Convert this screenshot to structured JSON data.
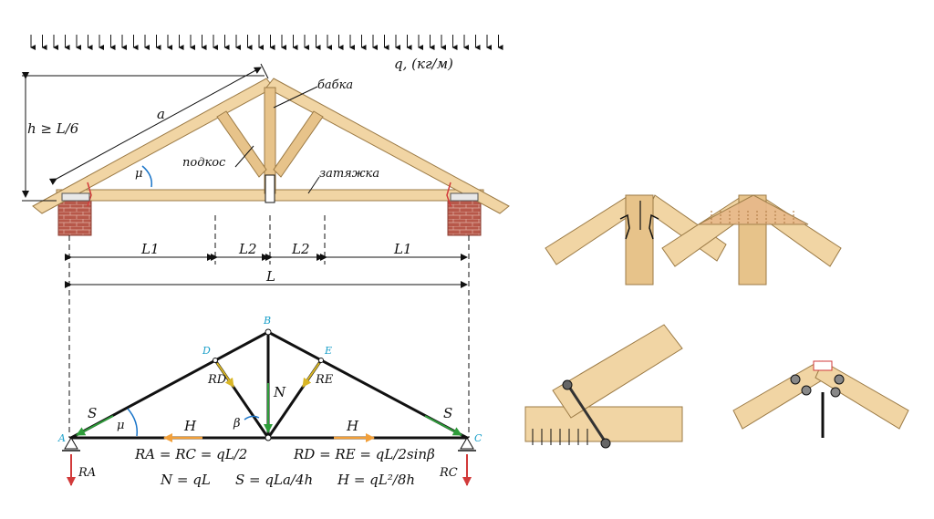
{
  "load": {
    "label": "q, (кг/м)"
  },
  "top_diagram": {
    "label_a": "a",
    "label_height": "h ≥ L/6",
    "label_babka": "бабка",
    "label_podkos": "подкос",
    "label_zatyazhka": "затяжка",
    "label_mu": "μ",
    "dim_L1_left": "L1",
    "dim_L2_left": "L2",
    "dim_L2_right": "L2",
    "dim_L1_right": "L1",
    "dim_L": "L"
  },
  "truss_diagram": {
    "nodes": {
      "A": "A",
      "B": "B",
      "C": "C",
      "D": "D",
      "E": "E"
    },
    "force_S_left": "S",
    "force_S_right": "S",
    "force_H_left": "H",
    "force_H_right": "H",
    "force_N": "N",
    "force_RD": "RD",
    "force_RE": "RE",
    "angle_mu": "μ",
    "angle_beta": "β",
    "reaction_RA": "RA",
    "reaction_RC": "RC",
    "colors": {
      "S": "#2e9d3a",
      "H": "#f2a03a",
      "N": "#2e9d3a",
      "R": "#e8c93a",
      "reaction": "#d23a3a",
      "node": "#1a9fc9",
      "angle": "#1a75c9"
    }
  },
  "formulas": {
    "line1_left": "RA = RC = qL/2",
    "line1_right": "RD = RE = qL/2sinβ",
    "line2_a": "N = qL",
    "line2_b": "S = qLa/4h",
    "line2_c": "H = qL²/8h"
  },
  "details": [
    {
      "name": "ridge-joint-with-brackets"
    },
    {
      "name": "ridge-joint-with-gusset-plate"
    },
    {
      "name": "eave-joint-with-bolt"
    },
    {
      "name": "ridge-joint-with-bolts"
    }
  ]
}
